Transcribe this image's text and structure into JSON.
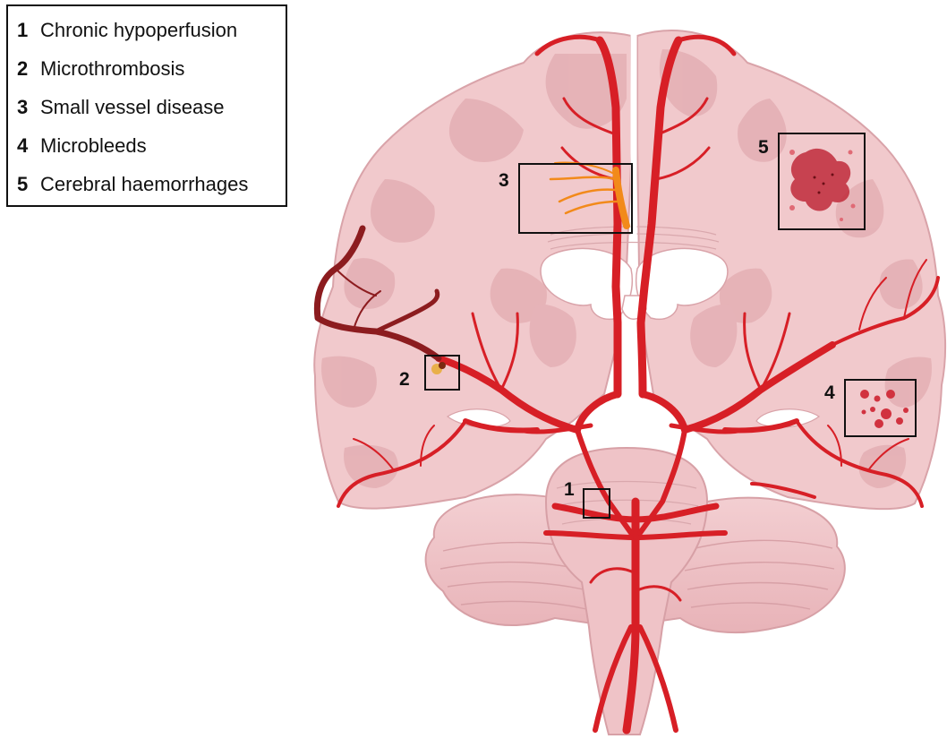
{
  "legend": {
    "items": [
      {
        "num": "1",
        "label": "Chronic hypoperfusion"
      },
      {
        "num": "2",
        "label": "Microthrombosis"
      },
      {
        "num": "3",
        "label": "Small vessel disease"
      },
      {
        "num": "4",
        "label": "Microbleeds"
      },
      {
        "num": "5",
        "label": "Cerebral haemorrhages"
      }
    ]
  },
  "callouts": [
    "1",
    "2",
    "3",
    "4",
    "5"
  ],
  "colors": {
    "tissue": "#f1c9cc",
    "tissue_dark": "#e0a9ae",
    "tissue_outline": "#c98a90",
    "ventricle": "#ffffff",
    "artery": "#d71f26",
    "artery_dark": "#8c1c1f",
    "small_vessel": "#f28a1a",
    "bleed": "#c02a3a",
    "box": "#111111"
  }
}
